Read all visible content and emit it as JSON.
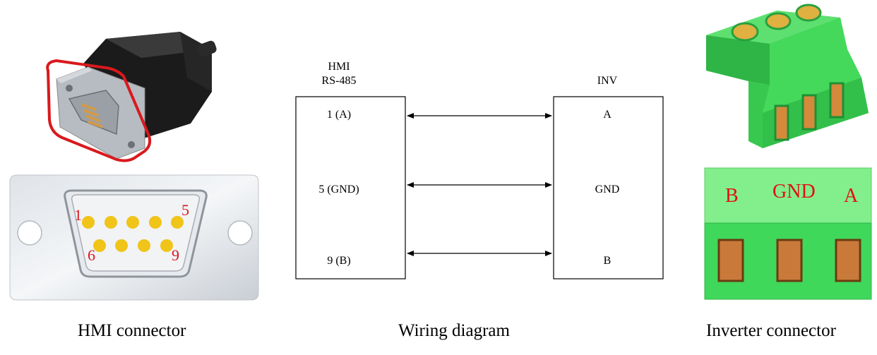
{
  "hmi_connector": {
    "pin_labels": {
      "pin1": "1",
      "pin5": "5",
      "pin6": "6",
      "pin9": "9"
    },
    "caption": "HMI connector",
    "accent_color": "#d9191d",
    "pin_color": "#f0c419"
  },
  "wiring": {
    "hmi_header_line1": "HMI",
    "hmi_header_line2": "RS-485",
    "inv_header": "INV",
    "left_pins": [
      "1 (A)",
      "5 (GND)",
      "9 (B)"
    ],
    "right_pins": [
      "A",
      "GND",
      "B"
    ],
    "caption": "Wiring diagram"
  },
  "inverter_connector": {
    "labels": [
      "B",
      "GND",
      "A"
    ],
    "caption": "Inverter connector",
    "body_color": "#3fd85a",
    "label_color": "#e01010"
  }
}
